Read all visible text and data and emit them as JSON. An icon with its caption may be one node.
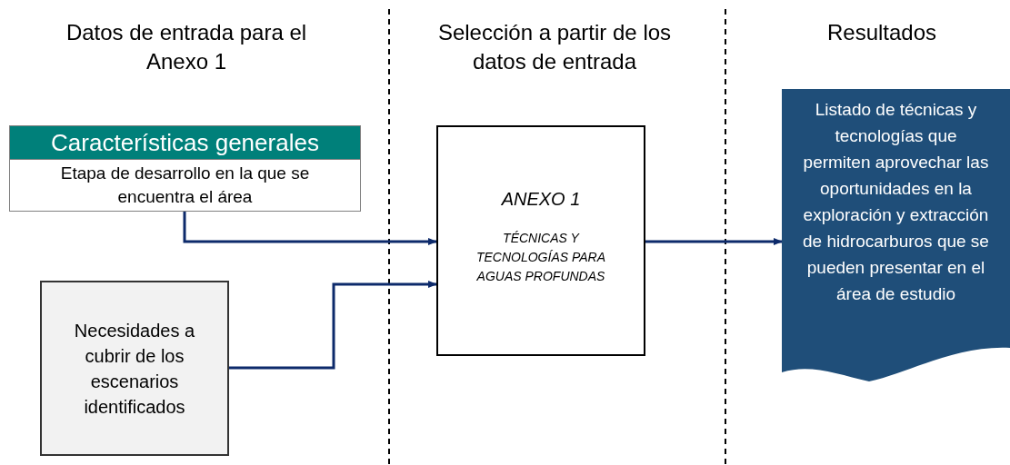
{
  "diagram": {
    "nodes": [
      {
        "text": [
          "Características generales",
          "Etapa de desarrollo en la que se encuentra el área"
        ]
      },
      {
        "text": [
          "Necesidades a cubrir de los escenarios identificados"
        ]
      },
      {
        "text": [
          "ANEXO 1",
          "TÉCNICAS Y TECNOLOGÍAS PARA AGUAS PROFUNDAS"
        ]
      },
      {
        "text": [
          "Listado de técnicas y tecnologías que permiten aprovechar las oportunidades en la exploración y extracción de hidrocarburos que se pueden presentar en el área de estudio"
        ]
      }
    ],
    "edges": [
      {
        "from": 0,
        "to": 2,
        "arrow": "to"
      },
      {
        "from": 1,
        "to": 2,
        "arrow": "to"
      },
      {
        "from": 2,
        "to": 3,
        "arrow": "to"
      }
    ],
    "labels": [
      "Datos de entrada para el Anexo 1",
      "Selección a partir de los datos de entrada",
      "Resultados"
    ]
  }
}
